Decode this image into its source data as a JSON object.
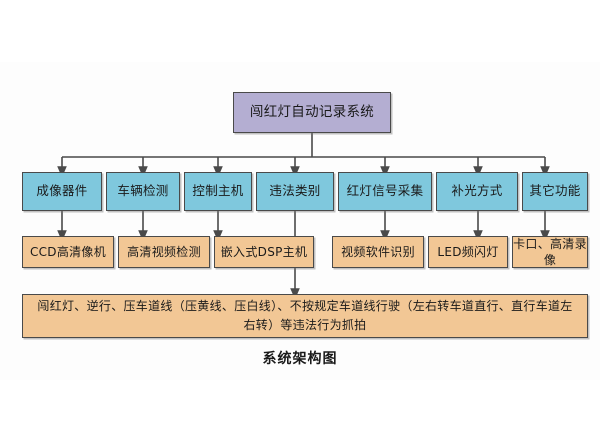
{
  "diagram": {
    "caption": "系统架构图",
    "colors": {
      "root_fill": "#b4aed2",
      "level2_fill": "#7fc8dd",
      "level3_fill": "#f2c795",
      "bottom_fill": "#f2c795",
      "border": "#4a4a4a",
      "background": "#ffffff",
      "text": "#1a1a1a"
    },
    "root": {
      "label": "闯红灯自动记录系统"
    },
    "level2": [
      {
        "label": "成像器件"
      },
      {
        "label": "车辆检测"
      },
      {
        "label": "控制主机"
      },
      {
        "label": "违法类别"
      },
      {
        "label": "红灯信号采集"
      },
      {
        "label": "补光方式"
      },
      {
        "label": "其它功能"
      }
    ],
    "level3": [
      {
        "label": "CCD高清像机"
      },
      {
        "label": "高清视频检测"
      },
      {
        "label": "嵌入式DSP主机"
      },
      {
        "label": "视频软件识别"
      },
      {
        "label": "LED频闪灯"
      },
      {
        "label": "卡口、高清录像"
      }
    ],
    "bottom": {
      "label": "闯红灯、逆行、压车道线（压黄线、压白线）、不按规定车道线行驶（左右转车道直行、直行车道左右转）等违法行为抓拍"
    }
  }
}
